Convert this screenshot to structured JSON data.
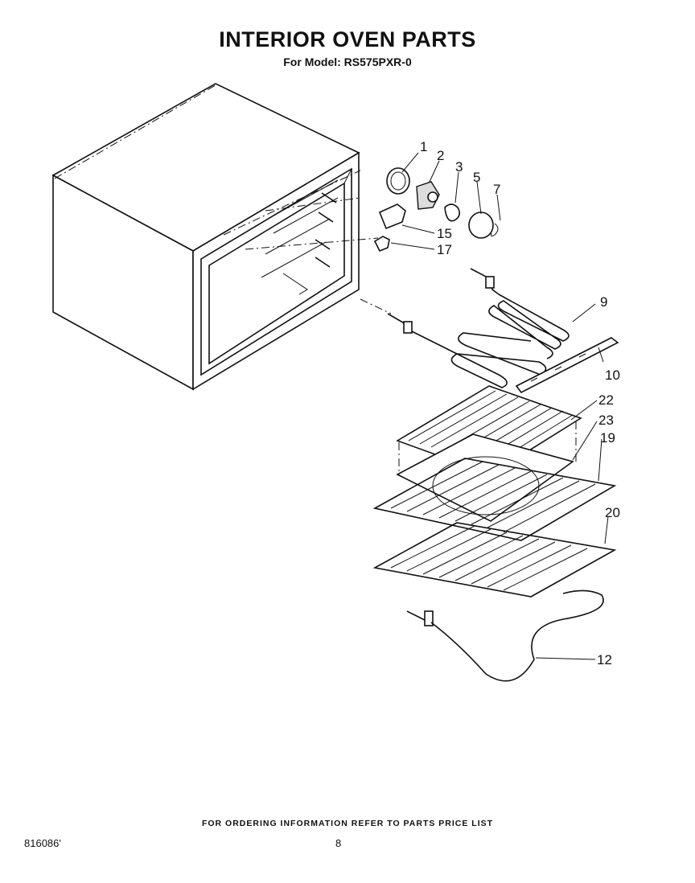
{
  "header": {
    "title": "INTERIOR OVEN PARTS",
    "subtitle": "For Model: RS575PXR-0"
  },
  "callouts": {
    "c1": "1",
    "c2": "2",
    "c3": "3",
    "c5": "5",
    "c7": "7",
    "c15": "15",
    "c17": "17",
    "c9": "9",
    "c10": "10",
    "c22": "22",
    "c23": "23",
    "c19": "19",
    "c20": "20",
    "c12": "12"
  },
  "footer": {
    "note": "FOR ORDERING INFORMATION REFER TO PARTS PRICE LIST",
    "doc_number": "816086'",
    "page_number": "8"
  }
}
